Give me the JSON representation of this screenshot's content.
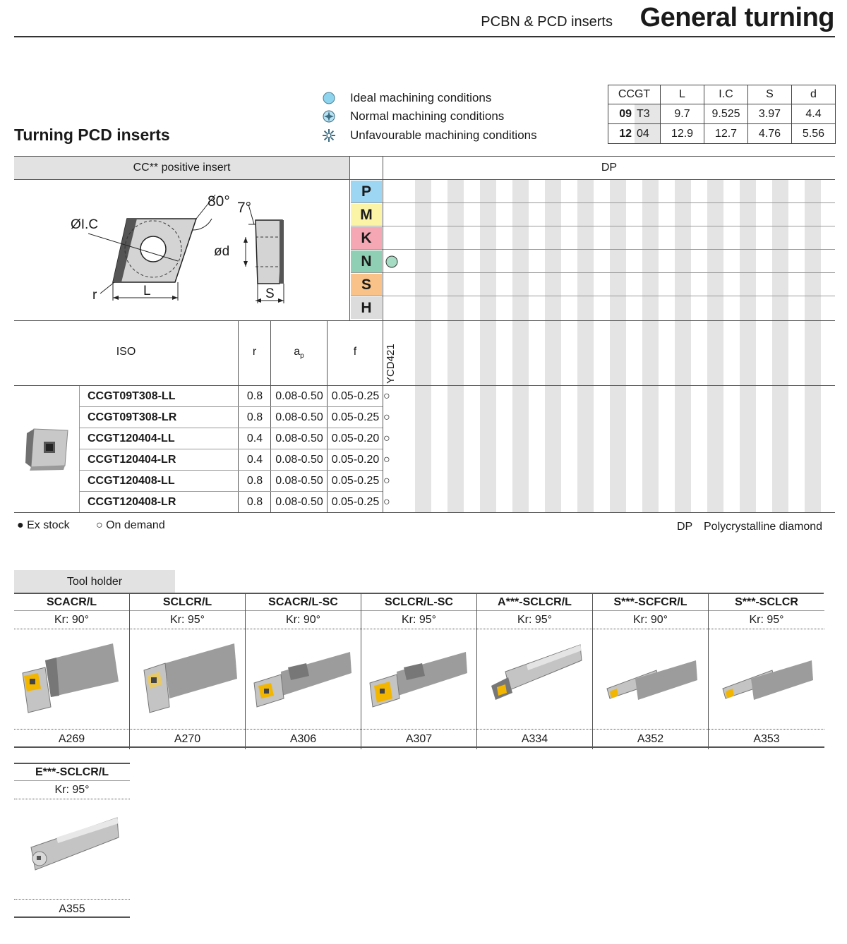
{
  "header": {
    "subtitle": "PCBN & PCD inserts",
    "title": "General turning"
  },
  "section_title": "Turning PCD inserts",
  "legend": [
    {
      "icon": "ideal-circle-icon",
      "label": "Ideal machining conditions"
    },
    {
      "icon": "normal-star-icon",
      "label": "Normal machining conditions"
    },
    {
      "icon": "unfavourable-star-icon",
      "label": "Unfavourable machining conditions"
    }
  ],
  "spec_table": {
    "headers": [
      "CCGT",
      "L",
      "I.C",
      "S",
      "d"
    ],
    "rows": [
      {
        "size": "09",
        "code": "T3",
        "L": "9.7",
        "IC": "9.525",
        "S": "3.97",
        "d": "4.4"
      },
      {
        "size": "12",
        "code": "04",
        "L": "12.9",
        "IC": "12.7",
        "S": "4.76",
        "d": "5.56"
      }
    ]
  },
  "insert_header": "CC** positive insert",
  "grade_header": "DP",
  "diagram_labels": {
    "ic": "ØI.C",
    "angle": "80°",
    "clearance": "7°",
    "d": "ød",
    "r": "r",
    "L": "L",
    "S": "S"
  },
  "materials": [
    {
      "letter": "P",
      "color": "#9dd6f2"
    },
    {
      "letter": "M",
      "color": "#fbf3a6"
    },
    {
      "letter": "K",
      "color": "#f6a7b4"
    },
    {
      "letter": "N",
      "color": "#8fd0b4"
    },
    {
      "letter": "S",
      "color": "#f8c288"
    },
    {
      "letter": "H",
      "color": "#dcdcdc"
    }
  ],
  "material_marker": {
    "material": "N",
    "icon": "ideal-circle-icon"
  },
  "columns": {
    "iso": "ISO",
    "r": "r",
    "ap": "a",
    "ap_sub": "p",
    "f": "f",
    "grade": "YCD421"
  },
  "inserts": [
    {
      "iso": "CCGT09T308-LL",
      "r": "0.8",
      "ap": "0.08-0.50",
      "f": "0.05-0.25",
      "avail": "○"
    },
    {
      "iso": "CCGT09T308-LR",
      "r": "0.8",
      "ap": "0.08-0.50",
      "f": "0.05-0.25",
      "avail": "○"
    },
    {
      "iso": "CCGT120404-LL",
      "r": "0.4",
      "ap": "0.08-0.50",
      "f": "0.05-0.20",
      "avail": "○"
    },
    {
      "iso": "CCGT120404-LR",
      "r": "0.4",
      "ap": "0.08-0.50",
      "f": "0.05-0.20",
      "avail": "○"
    },
    {
      "iso": "CCGT120408-LL",
      "r": "0.8",
      "ap": "0.08-0.50",
      "f": "0.05-0.25",
      "avail": "○"
    },
    {
      "iso": "CCGT120408-LR",
      "r": "0.8",
      "ap": "0.08-0.50",
      "f": "0.05-0.25",
      "avail": "○"
    }
  ],
  "footer_legend": {
    "ex_stock": "● Ex stock",
    "on_demand": "○ On demand",
    "dp_abbr": "DP",
    "dp_full": "Polycrystalline diamond"
  },
  "tool_holder": {
    "header": "Tool holder",
    "items": [
      {
        "name": "SCACR/L",
        "kr": "Kr: 90°",
        "page": "A269"
      },
      {
        "name": "SCLCR/L",
        "kr": "Kr: 95°",
        "page": "A270"
      },
      {
        "name": "SCACR/L-SC",
        "kr": "Kr: 90°",
        "page": "A306"
      },
      {
        "name": "SCLCR/L-SC",
        "kr": "Kr: 95°",
        "page": "A307"
      },
      {
        "name": "A***-SCLCR/L",
        "kr": "Kr: 95°",
        "page": "A334"
      },
      {
        "name": "S***-SCFCR/L",
        "kr": "Kr: 90°",
        "page": "A352"
      },
      {
        "name": "S***-SCLCR",
        "kr": "Kr: 95°",
        "page": "A353"
      }
    ],
    "extra": {
      "name": "E***-SCLCR/L",
      "kr": "Kr: 95°",
      "page": "A355"
    }
  }
}
